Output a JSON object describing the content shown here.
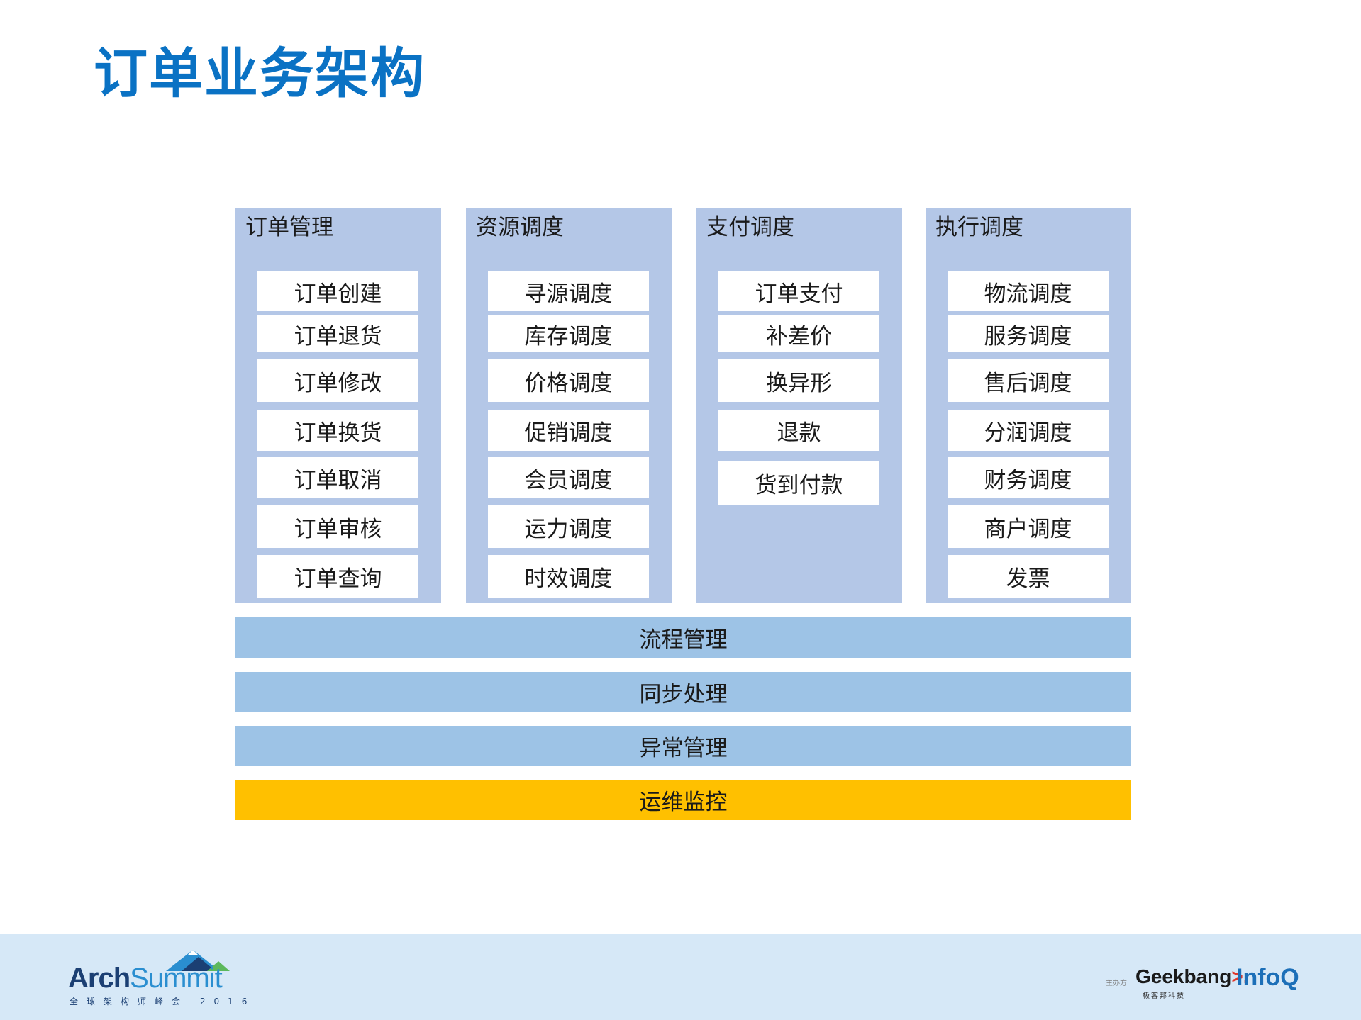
{
  "title": "订单业务架构",
  "columns": [
    {
      "header": "订单管理",
      "items": [
        "订单创建",
        "订单退货",
        "订单修改",
        "订单换货",
        "订单取消",
        "订单审核",
        "订单查询"
      ]
    },
    {
      "header": "资源调度",
      "items": [
        "寻源调度",
        "库存调度",
        "价格调度",
        "促销调度",
        "会员调度",
        "运力调度",
        "时效调度"
      ]
    },
    {
      "header": "支付调度",
      "items": [
        "订单支付",
        "补差价",
        "换异形",
        "退款",
        "货到付款"
      ]
    },
    {
      "header": "执行调度",
      "items": [
        "物流调度",
        "服务调度",
        "售后调度",
        "分润调度",
        "财务调度",
        "商户调度",
        "发票"
      ]
    }
  ],
  "bands": [
    "流程管理",
    "同步处理",
    "异常管理",
    "运维监控"
  ],
  "colors": {
    "title": "#0a72c4",
    "column_bg": "#b4c7e7",
    "band_bg": "#9dc3e6",
    "monitor_bg": "#ffc000",
    "footer_bg": "#d6e8f7"
  },
  "footer": {
    "logo_arch": "Arch",
    "logo_summit": "Summit",
    "logo_sub": "全球架构师峰会 2016",
    "sponsor_label": "主办方",
    "geekbang": "Geekbang",
    "geekbang_arrow": ">.",
    "geekbang_sub": "极客邦科技",
    "infoq": "InfoQ"
  }
}
